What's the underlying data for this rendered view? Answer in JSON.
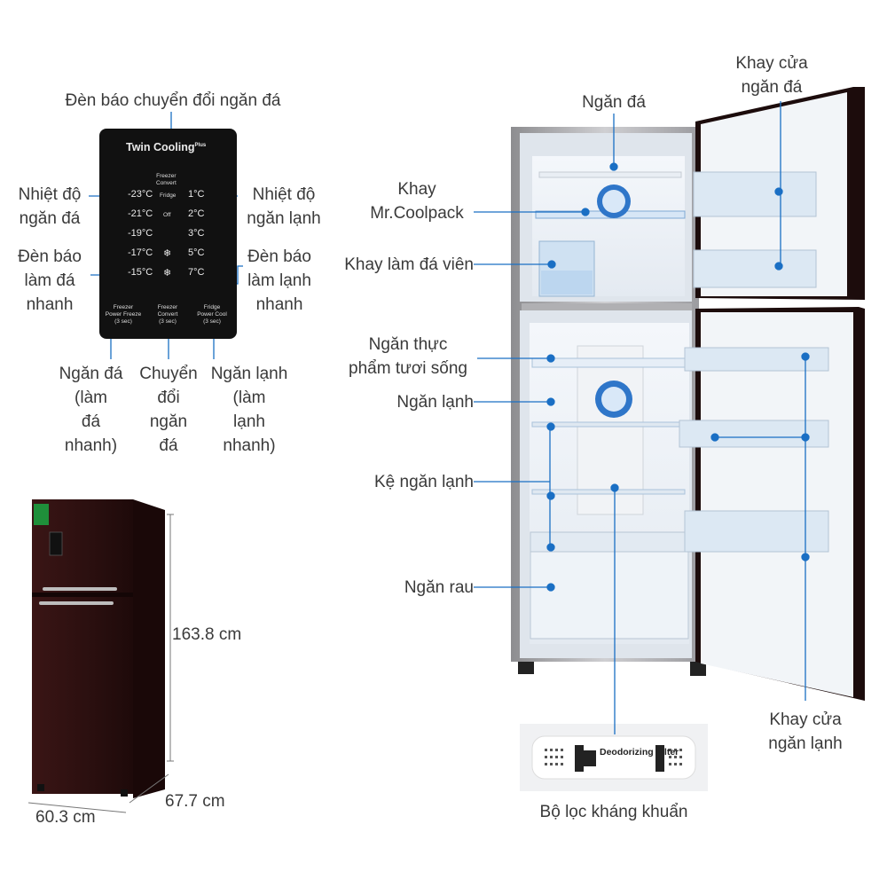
{
  "panel": {
    "brand_a": "Twin Cooling",
    "brand_b": "Plus",
    "freezer_temps": [
      "-23°C",
      "-21°C",
      "-19°C",
      "-17°C",
      "-15°C"
    ],
    "fridge_temps": [
      "1°C",
      "2°C",
      "3°C",
      "5°C",
      "7°C"
    ],
    "convert_top": "Freezer\nConvert",
    "convert_fridge": "Fridge",
    "convert_off": "Off",
    "btn_freezer": "Freezer\nPower Freeze\n(3 sec)",
    "btn_convert": "Freezer\nConvert\n(3 sec)",
    "btn_fridge": "Fridge\nPower Cool\n(3 sec)"
  },
  "labels": {
    "convert_indicator": "Đèn báo chuyển đổi ngăn đá",
    "freezer_temp": "Nhiệt độ\nngăn đá",
    "fridge_temp": "Nhiệt độ\nngăn lạnh",
    "fast_freeze_light": "Đèn báo\nlàm đá\nnhanh",
    "fast_cool_light": "Đèn báo\nlàm lạnh\nnhanh",
    "freezer_fast": "Ngăn đá\n(làm\nđá\nnhanh)",
    "convert_freezer": "Chuyển\nđổi\nngăn\nđá",
    "fridge_fast": "Ngăn lạnh\n(làm\nlạnh\nnhanh)",
    "freezer_compartment": "Ngăn đá",
    "coolpack_tray": "Khay\nMr.Coolpack",
    "ice_tray": "Khay làm đá viên",
    "fresh_food": "Ngăn thực\nphẩm tươi sống",
    "fridge_compartment": "Ngăn lạnh",
    "fridge_shelf": "Kệ ngăn lạnh",
    "veg_drawer": "Ngăn rau",
    "freezer_door_tray": "Khay cửa\nngăn đá",
    "fridge_door_tray": "Khay cửa\nngăn lạnh",
    "filter": "Bộ lọc kháng khuẩn",
    "filter_text": "Deodorizing\nFilter",
    "height": "163.8 cm",
    "depth": "67.7 cm",
    "width": "60.3 cm"
  },
  "colors": {
    "accent": "#1a6fc4",
    "fridge_body": "#2e1212",
    "fridge_steel": "#b7b7b9"
  }
}
